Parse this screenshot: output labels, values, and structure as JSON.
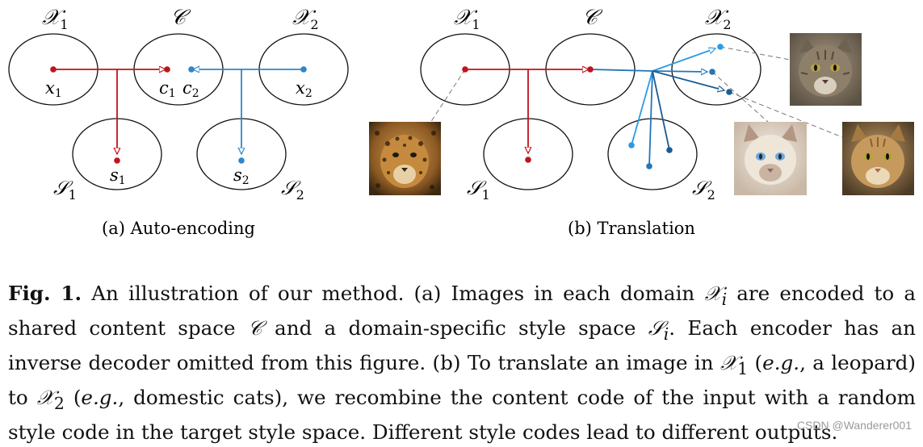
{
  "panel_a": {
    "label_X1": "𝒳",
    "label_X1_sub": "1",
    "label_C": "𝒞",
    "label_X2": "𝒳",
    "label_X2_sub": "2",
    "x1": "x",
    "x1_sub": "1",
    "c1": "c",
    "c1_sub": "1",
    "c2": "c",
    "c2_sub": "2",
    "x2": "x",
    "x2_sub": "2",
    "s1": "s",
    "s1_sub": "1",
    "s2": "s",
    "s2_sub": "2",
    "S1": "𝒮",
    "S1_sub": "1",
    "S2": "𝒮",
    "S2_sub": "2",
    "caption": "(a) Auto-encoding"
  },
  "panel_b": {
    "label_X1": "𝒳",
    "label_X1_sub": "1",
    "label_C": "𝒞",
    "label_X2": "𝒳",
    "label_X2_sub": "2",
    "S1": "𝒮",
    "S1_sub": "1",
    "S2": "𝒮",
    "S2_sub": "2",
    "caption": "(b) Translation"
  },
  "caption": {
    "lead": "Fig. 1.",
    "t1": " An illustration of our method. (a) Images in each domain ",
    "sym_X": "𝒳",
    "sub_i": "i",
    "t2": " are encoded to a shared content space ",
    "sym_C": "𝒞",
    "t3": " and a domain-specific style space ",
    "sym_S": "𝒮",
    "sub_i2": "i",
    "t4": ". Each encoder has an inverse decoder omitted from this figure. (b) To translate an image in ",
    "sym_X1": "𝒳",
    "sub_1": "1",
    "t5": " (",
    "eg1": "e.g.",
    "t6": ", a leopard) to ",
    "sym_X2": "𝒳",
    "sub_2": "2",
    "t7": " (",
    "eg2": "e.g.",
    "t8": ", domestic cats), we recombine the content code of the input with a random style code in the target style space. Different style codes lead to different outputs."
  },
  "watermark": "CSDN @Wanderer001",
  "colors": {
    "red": "#c0131b",
    "blue": "#2f86c9",
    "light_blue": "#2a9be3",
    "dark_blue": "#1a5c94"
  }
}
